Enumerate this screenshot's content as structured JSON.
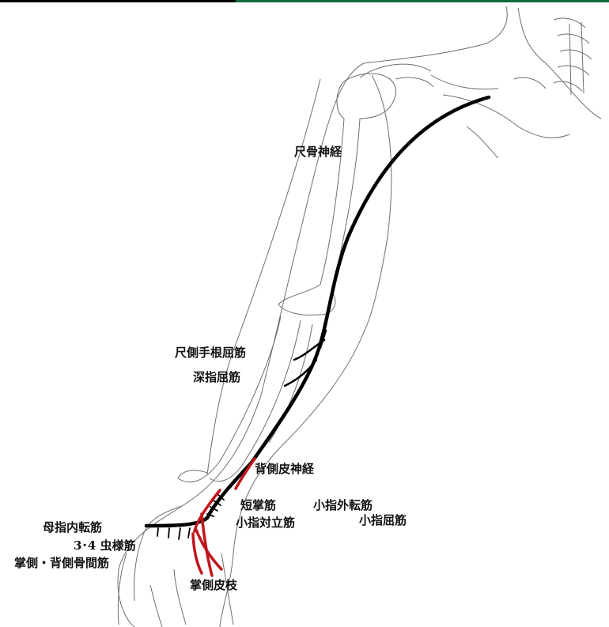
{
  "colors": {
    "nerve": "#000000",
    "branch": "#c0161c",
    "outline": "#6e6e6e",
    "bar_dark": "#000000",
    "bar_green": "#0f6b3a"
  },
  "labels": {
    "ulnar_nerve": "尺骨神経",
    "fcu": "尺側手根屈筋",
    "fdp": "深指屈筋",
    "dorsal_cutaneous": "背側皮神経",
    "palmaris_brevis": "短掌筋",
    "adm": "小指外転筋",
    "odm": "小指対立筋",
    "fdm": "小指屈筋",
    "adductor_pollicis": "母指内転筋",
    "lumbricals": "3･4 虫様筋",
    "interossei": "掌側・背側骨間筋",
    "palmar_cutaneous": "掌側皮枝"
  }
}
